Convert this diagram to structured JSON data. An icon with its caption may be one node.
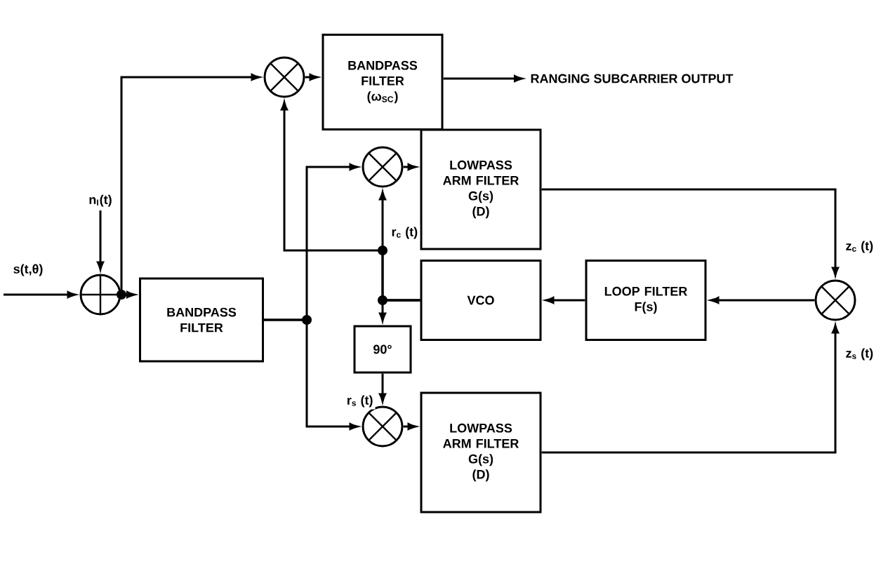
{
  "diagram": {
    "nodes": [
      {
        "text": [
          "n$_{I}$(t)"
        ]
      },
      {
        "text": [],
        "shape": "circle"
      },
      {
        "text": [
          "BANDPASS FILTER"
        ]
      },
      {
        "text": [],
        "shape": "circle"
      },
      {
        "text": [
          "BANDPASS FILTER",
          "(ω$_{SC}$)"
        ]
      },
      {
        "text": [
          "RANGING SUBCARRIER OUTPUT"
        ]
      },
      {
        "text": [],
        "shape": "circle"
      },
      {
        "text": [
          "LOWPASS ARM FILTER",
          "G(s)",
          "(D)"
        ]
      },
      {
        "text": [
          "VCO"
        ]
      },
      {
        "text": [
          "LOOP FILTER",
          "F(s)"
        ]
      },
      {
        "text": [],
        "shape": "circle"
      },
      {
        "text": [
          "90°"
        ]
      },
      {
        "text": [],
        "shape": "circle"
      },
      {
        "text": [
          "LOWPASS ARM FILTER",
          "G(s)",
          "(D)"
        ]
      }
    ],
    "edges": [
      {
        "from": null,
        "to": 1,
        "arrow": "to",
        "label": "s(t,θ)"
      },
      {
        "from": 0,
        "to": 1,
        "arrow": "to"
      },
      {
        "from": 1,
        "to": 2,
        "arrow": "to"
      },
      {
        "from": 1,
        "to": 3,
        "arrow": "to"
      },
      {
        "from": 3,
        "to": 4,
        "arrow": "to"
      },
      {
        "from": 4,
        "to": 5,
        "arrow": "to"
      },
      {
        "from": 2,
        "to": 6,
        "arrow": "to"
      },
      {
        "from": 2,
        "to": 12,
        "arrow": "to"
      },
      {
        "from": 6,
        "to": 7,
        "arrow": "to"
      },
      {
        "from": 8,
        "to": 6,
        "arrow": "to",
        "label": "r$_{c}$ (t)"
      },
      {
        "from": 8,
        "to": 3,
        "arrow": "to"
      },
      {
        "from": 8,
        "to": 11,
        "arrow": "to"
      },
      {
        "from": 11,
        "to": 12,
        "arrow": "to",
        "label": "r$_{s}$ (t)"
      },
      {
        "from": 12,
        "to": 13,
        "arrow": "to"
      },
      {
        "from": 7,
        "to": 10,
        "arrow": "to",
        "label": "z$_{c}$ (t)"
      },
      {
        "from": 13,
        "to": 10,
        "arrow": "to",
        "label": "z$_{s}$ (t)"
      },
      {
        "from": 10,
        "to": 9,
        "arrow": "to"
      },
      {
        "from": 9,
        "to": 8,
        "arrow": "to"
      }
    ]
  }
}
